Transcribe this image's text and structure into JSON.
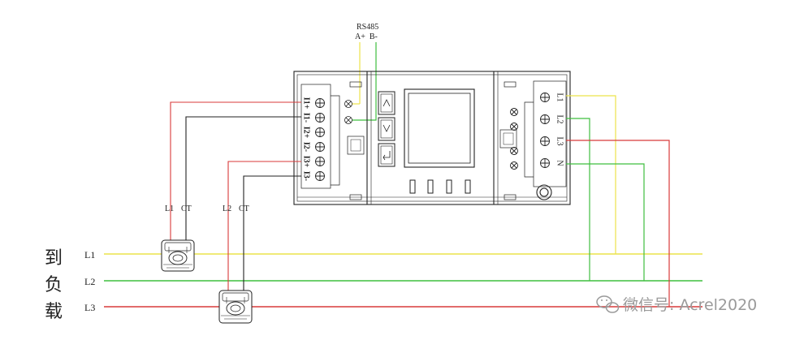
{
  "rs485": {
    "title": "RS485",
    "pins": "A+  B-"
  },
  "terminals_left": [
    "I1+",
    "I1-",
    "I2+",
    "I2-",
    "I3+",
    "I3-"
  ],
  "terminals_right": [
    "L1",
    "L2",
    "L3",
    "N"
  ],
  "ct_labels": {
    "ct1_line": "L1",
    "ct1_ct": "CT",
    "ct2_line": "L2",
    "ct2_ct": "CT"
  },
  "load_caption": [
    "到",
    "负",
    "载"
  ],
  "lines": [
    {
      "label": "L1",
      "color": "#ece34a"
    },
    {
      "label": "L2",
      "color": "#3fbf3f"
    },
    {
      "label": "L3",
      "color": "#d83a3a"
    }
  ],
  "watermark": "微信号: Acrel2020",
  "colors": {
    "black": "#222222",
    "yellow": "#ece34a",
    "green": "#3fbf3f",
    "red": "#d83a3a"
  }
}
